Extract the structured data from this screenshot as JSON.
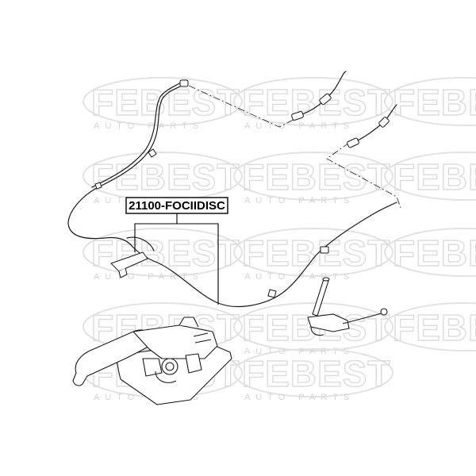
{
  "part_number": "21100-FOCIIDISC",
  "watermark": {
    "brand": "FEBEST",
    "tagline": "AUTO PARTS"
  },
  "colors": {
    "line": "#1a1a1a",
    "watermark": "#dcdcdc",
    "background": "#ffffff"
  }
}
